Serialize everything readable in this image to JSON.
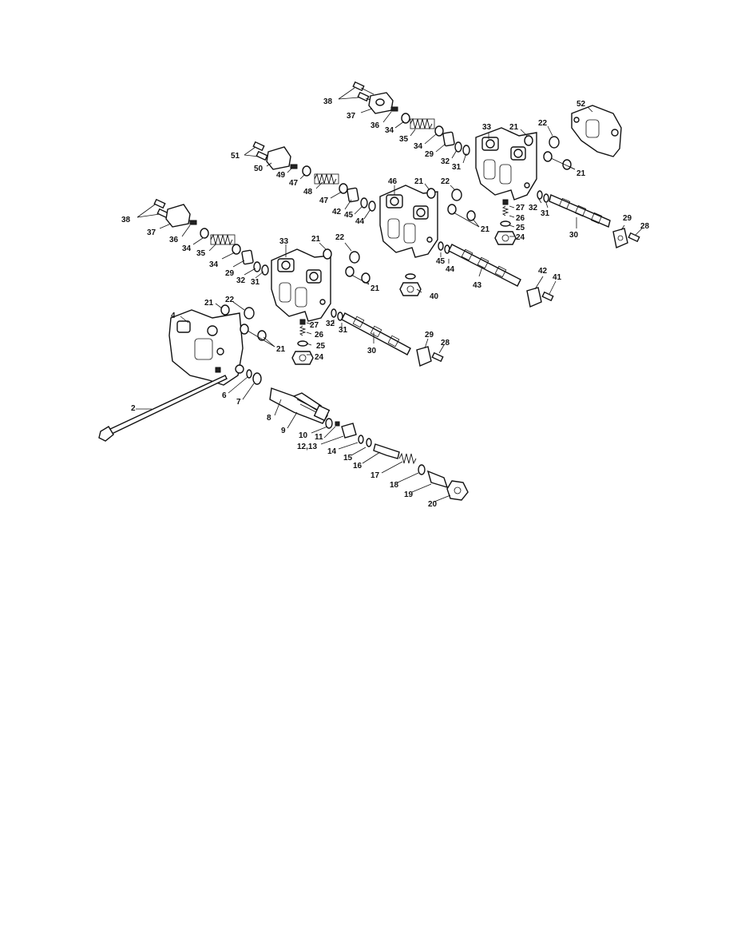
{
  "figure": {
    "callouts": {
      "c2": "2",
      "c4": "4",
      "c6": "6",
      "c7": "7",
      "c8": "8",
      "c9": "9",
      "c10": "10",
      "c11": "11",
      "c1213": "12,13",
      "c14": "14",
      "c15": "15",
      "c16": "16",
      "c17": "17",
      "c18": "18",
      "c19": "19",
      "c20": "20",
      "c21": "21",
      "c22": "22",
      "c24": "24",
      "c25": "25",
      "c26": "26",
      "c27": "27",
      "c28": "28",
      "c29": "29",
      "c30": "30",
      "c31": "31",
      "c32": "32",
      "c33": "33",
      "c34": "34",
      "c35": "35",
      "c36": "36",
      "c37": "37",
      "c38": "38",
      "c40": "40",
      "c41": "41",
      "c42": "42",
      "c43": "43",
      "c44": "44",
      "c45": "45",
      "c46": "46",
      "c47": "47",
      "c48": "48",
      "c49": "49",
      "c50": "50",
      "c51": "51",
      "c52": "52"
    }
  }
}
